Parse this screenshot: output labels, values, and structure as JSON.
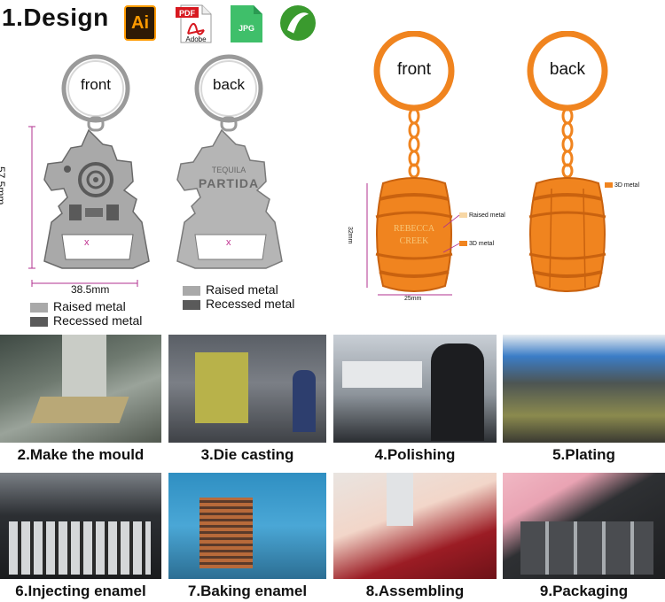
{
  "header": {
    "title": "1.Design",
    "pdf_badge": "PDF",
    "pdf_brand": "Adobe",
    "ai_badge": "Ai",
    "jpg_badge": "JPG"
  },
  "bottle_opener": {
    "front_label": "front",
    "back_label": "back",
    "height_dim": "57.5mm",
    "width_dim": "38.5mm",
    "back_text_line1": "TEQUILA",
    "back_text_line2": "PARTIDA",
    "center_mark": "x",
    "legend_left": {
      "raised": "Raised metal",
      "recessed": "Recessed metal"
    },
    "legend_right": {
      "raised": "Raised metal",
      "recessed": "Recessed metal"
    }
  },
  "barrel": {
    "front_label": "front",
    "back_label": "back",
    "height_dim": "32mm",
    "width_dim": "25mm",
    "logo_line1": "REBECCA",
    "logo_line2": "CREEK",
    "note_raised": "Raised metal",
    "note_3d_front": "3D metal",
    "note_3d_back": "3D metal"
  },
  "process_steps": [
    {
      "caption": "2.Make the mould"
    },
    {
      "caption": "3.Die casting"
    },
    {
      "caption": "4.Polishing"
    },
    {
      "caption": "5.Plating"
    },
    {
      "caption": "6.Injecting enamel"
    },
    {
      "caption": "7.Baking enamel"
    },
    {
      "caption": "8.Assembling"
    },
    {
      "caption": "9.Packaging"
    }
  ],
  "colors": {
    "orange": "#f0841f",
    "orange_dark": "#c9620f",
    "silver_light": "#c9c9c9",
    "silver_dark": "#7e7e7e",
    "dimension_line": "#b0308f"
  }
}
